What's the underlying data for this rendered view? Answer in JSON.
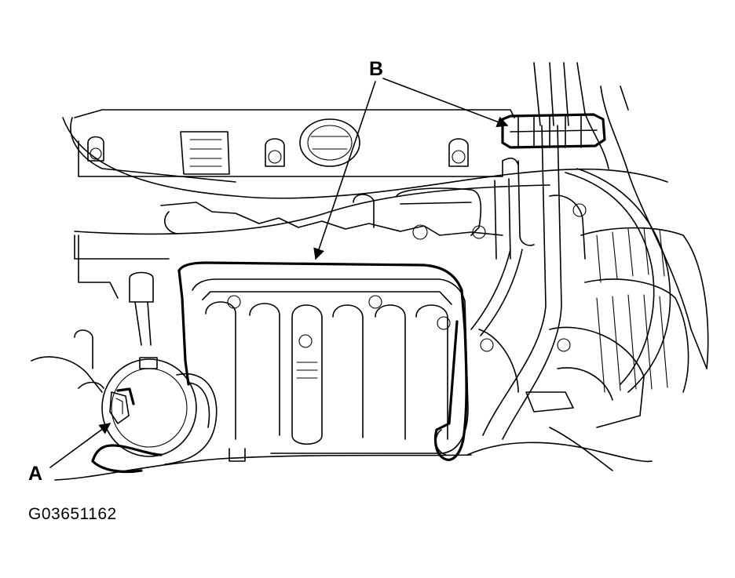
{
  "callouts": {
    "a": "A",
    "b": "B"
  },
  "figure_id": "G03651162",
  "colors": {
    "ink": "#000000",
    "background": "#ffffff"
  }
}
